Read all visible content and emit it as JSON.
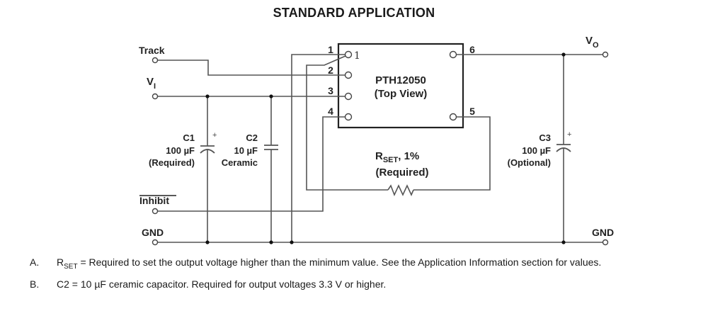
{
  "title": "STANDARD APPLICATION",
  "module": {
    "name": "PTH12050",
    "view": "(Top View)",
    "pin1_marker": "1",
    "pins": [
      "1",
      "2",
      "3",
      "4",
      "5",
      "6"
    ]
  },
  "terminals": {
    "track": "Track",
    "vi_main": "V",
    "vi_sub": "I",
    "inhibit": "Inhibit",
    "gnd_left": "GND",
    "vo_main": "V",
    "vo_sub": "O",
    "gnd_right": "GND"
  },
  "components": {
    "c1": {
      "name": "C1",
      "value": "100 µF",
      "note": "(Required)",
      "polarity": "+"
    },
    "c2": {
      "name": "C2",
      "value": "10 µF",
      "note": "Ceramic"
    },
    "c3": {
      "name": "C3",
      "value": "100 µF",
      "note": "(Optional)",
      "polarity": "+"
    },
    "rset": {
      "name_main": "R",
      "name_sub": "SET",
      "tolerance": ", 1%",
      "note": "(Required)"
    }
  },
  "notes": [
    {
      "key": "A.",
      "lead_main": "R",
      "lead_sub": "SET",
      "text": " = Required to set the output voltage higher than the minimum value. See the Application Information section for values."
    },
    {
      "key": "B.",
      "lead_main": "",
      "lead_sub": "",
      "text": "C2 = 10 µF ceramic capacitor. Required for output voltages 3.3 V or higher."
    }
  ]
}
